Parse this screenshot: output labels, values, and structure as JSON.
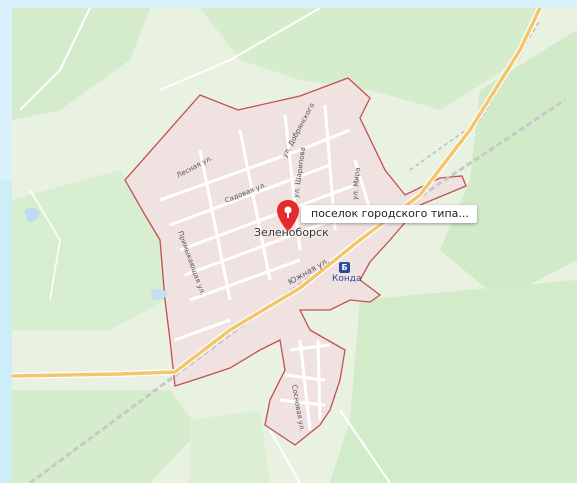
{
  "map": {
    "colors": {
      "forest": "#cfe8c6",
      "land": "#e9f1e1",
      "settlement_fill": "#f1e1e1",
      "boundary": "#c25050",
      "road_main": "#f4c66a",
      "pin": "#e32b2b"
    },
    "popup_text": "поселок городского типа...",
    "settlement_name": "Зеленоборск",
    "station_name": "Конда",
    "station_icon_letter": "Б",
    "pin_icon": "map-pin-icon",
    "streets": {
      "lesnaya": "Лесная ул.",
      "dobryanskogo": "ул. Добрянского",
      "sadovaya": "Садовая ул.",
      "sharipova": "ул. Шарипова",
      "mira": "ул. Мира",
      "primykayushaya": "Примыкающая ул.",
      "yuzhnaya": "Южная ул.",
      "sosnovaya": "Сосновая ул."
    }
  }
}
